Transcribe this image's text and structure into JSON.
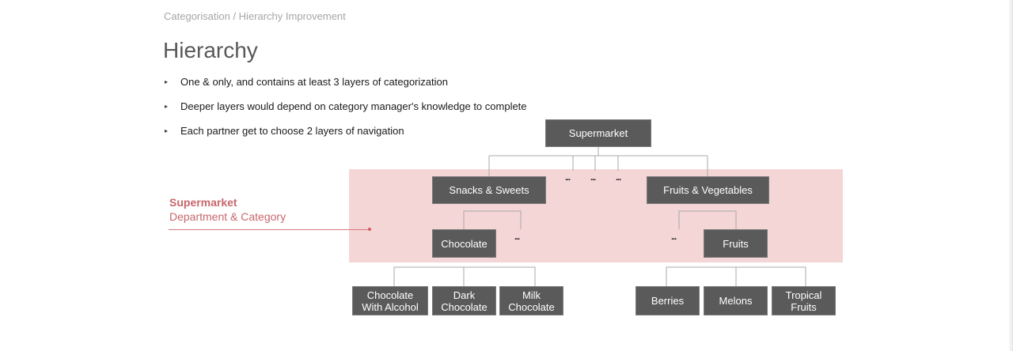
{
  "breadcrumb": "Categorisation / Hierarchy Improvement",
  "title": "Hierarchy",
  "bullets": [
    "One & only, and contains at least 3 layers of categorization",
    "Deeper layers would depend on category manager's knowledge to complete",
    "Each partner get to choose 2 layers of navigation"
  ],
  "bullet_marker": "▸",
  "side_label": {
    "line1": "Supermarket",
    "line2": "Department & Category"
  },
  "tree": {
    "root": "Supermarket",
    "level1": {
      "left": "Snacks & Sweets",
      "right": "Fruits & Vegetables"
    },
    "level2": {
      "left": "Chocolate",
      "right": "Fruits"
    },
    "level3_left": {
      "a1": "Chocolate",
      "a2": "With Alcohol",
      "b1": "Dark",
      "b2": "Chocolate",
      "c1": "Milk",
      "c2": "Chocolate"
    },
    "level3_right": {
      "a": "Berries",
      "b": "Melons",
      "c1": "Tropical",
      "c2": "Fruits"
    },
    "ellipsis": "..."
  },
  "colors": {
    "node_fill": "#5a5a5a",
    "band_fill": "#f4d4d5",
    "accent": "#c8666a"
  }
}
